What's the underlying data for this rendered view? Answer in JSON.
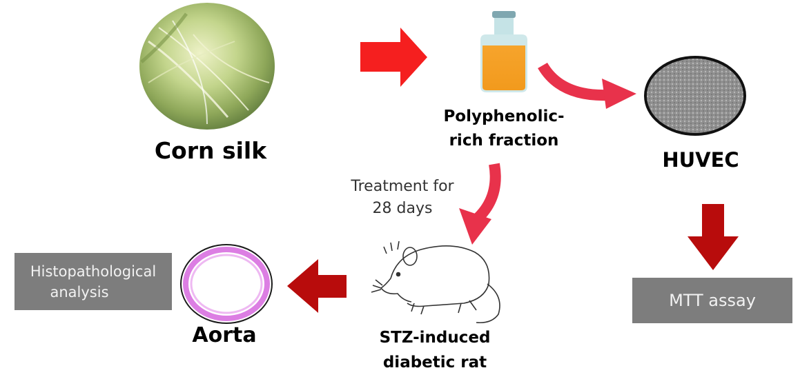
{
  "nodes": {
    "corn_silk": {
      "label": "Corn silk"
    },
    "fraction": {
      "label_line1": "Polyphenolic-",
      "label_line2": "rich fraction"
    },
    "huvec": {
      "label": "HUVEC"
    },
    "treatment": {
      "line1": "Treatment for",
      "line2": "28 days"
    },
    "rat": {
      "label_line1": "STZ-induced",
      "label_line2": "diabetic rat"
    },
    "aorta": {
      "label": "Aorta"
    },
    "histo": {
      "line1": "Histopathological",
      "line2": "analysis"
    },
    "mtt": {
      "label": "MTT assay"
    }
  },
  "colors": {
    "bright_red": "#f51f1f",
    "curved_red": "#e8324b",
    "dark_red": "#b80c0c",
    "gray_box": "#7d7d7d"
  }
}
